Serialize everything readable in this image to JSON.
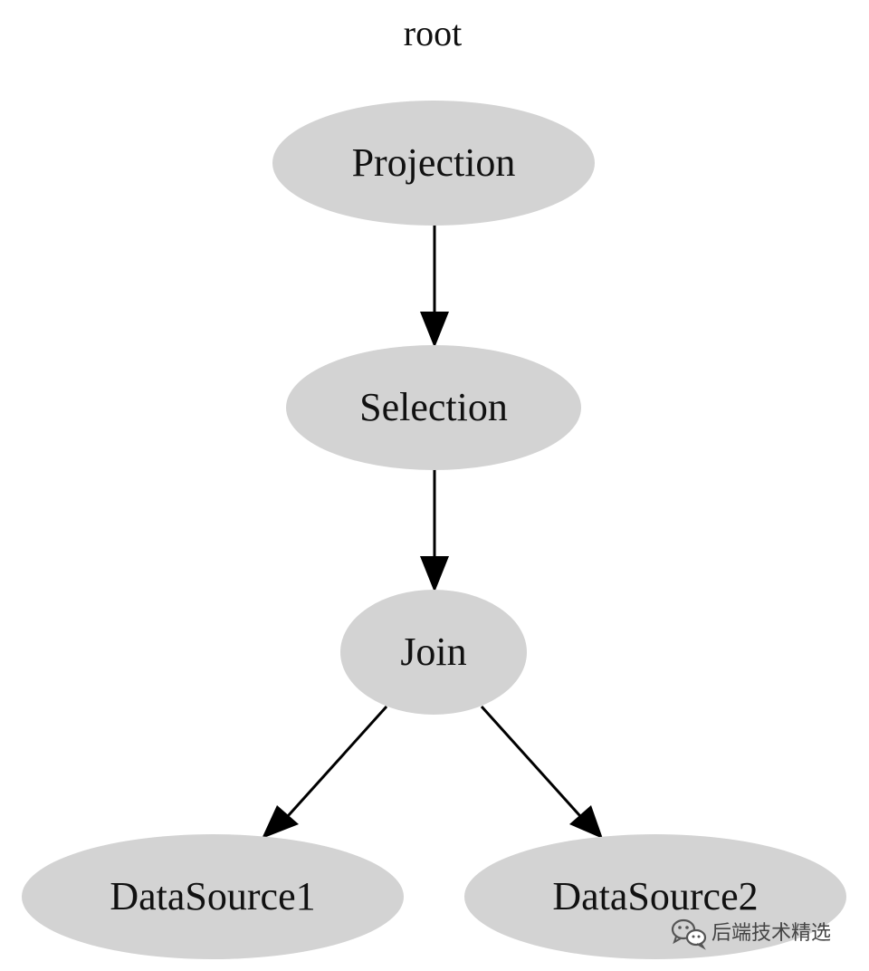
{
  "graph": {
    "label": "root"
  },
  "nodes": {
    "projection": "Projection",
    "selection": "Selection",
    "join": "Join",
    "datasource1": "DataSource1",
    "datasource2": "DataSource2"
  },
  "edges": [
    {
      "from": "Projection",
      "to": "Selection"
    },
    {
      "from": "Selection",
      "to": "Join"
    },
    {
      "from": "Join",
      "to": "DataSource1"
    },
    {
      "from": "Join",
      "to": "DataSource2"
    }
  ],
  "watermark": {
    "text": "后端技术精选",
    "icon": "wechat-icon"
  },
  "colors": {
    "node_fill": "#d3d3d3",
    "edge": "#000000",
    "background": "#ffffff"
  }
}
